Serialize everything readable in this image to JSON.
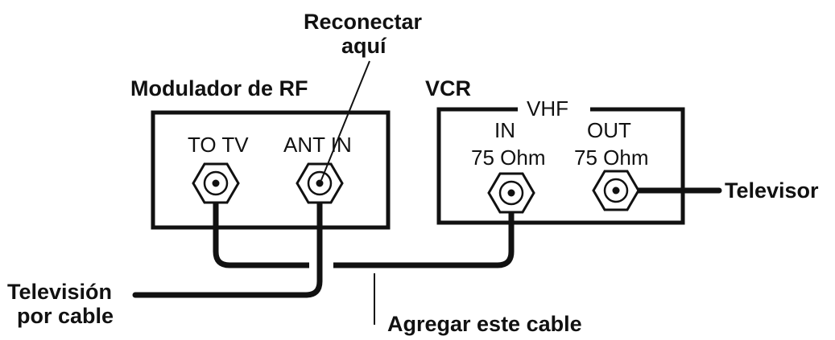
{
  "rf_modulator": {
    "title": "Modulador de RF",
    "port_to_tv": "TO TV",
    "port_ant_in": "ANT IN"
  },
  "vcr": {
    "title": "VCR",
    "band": "VHF",
    "in_label": "IN",
    "in_impedance": "75 Ohm",
    "out_label": "OUT",
    "out_impedance": "75 Ohm"
  },
  "callouts": {
    "reconnect_line1": "Reconectar",
    "reconnect_line2": "aquí",
    "television": "Televisor",
    "cable_tv_line1": "Televisión",
    "cable_tv_line2": "por cable",
    "add_cable": "Agregar este cable"
  }
}
